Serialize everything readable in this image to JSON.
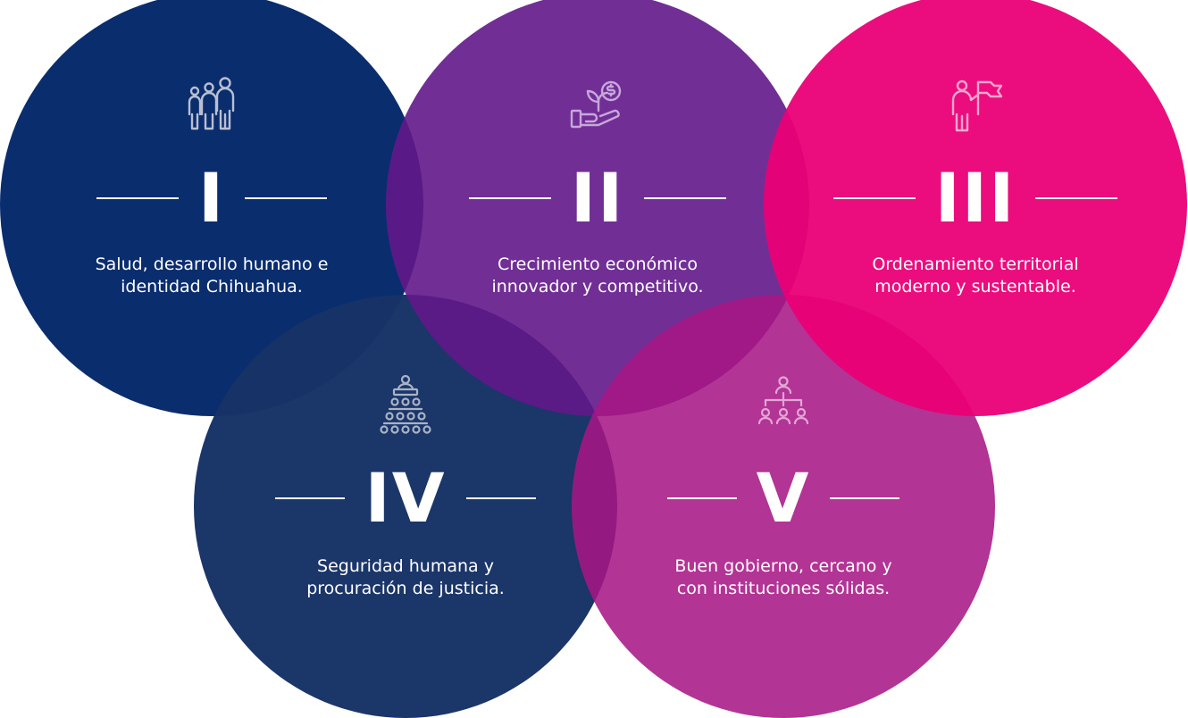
{
  "pillars": [
    {
      "numeral": "I",
      "icon": "family-icon",
      "color": "#0a2d6e",
      "text": "Salud, desarrollo humano e identidad Chihuahua."
    },
    {
      "numeral": "II",
      "icon": "plant-money-hand-icon",
      "color": "#62188a",
      "text": "Crecimiento económico innovador y competitivo."
    },
    {
      "numeral": "III",
      "icon": "person-flag-icon",
      "color": "#ea0076",
      "text": "Ordenamiento territorial moderno y sustentable."
    },
    {
      "numeral": "IV",
      "icon": "speaker-crowd-icon",
      "color": "#163266",
      "text": "Seguridad humana y procuración de justicia."
    },
    {
      "numeral": "V",
      "icon": "org-chart-icon",
      "color": "#a71685",
      "text": "Buen gobierno, cercano y con instituciones sólidas."
    }
  ]
}
